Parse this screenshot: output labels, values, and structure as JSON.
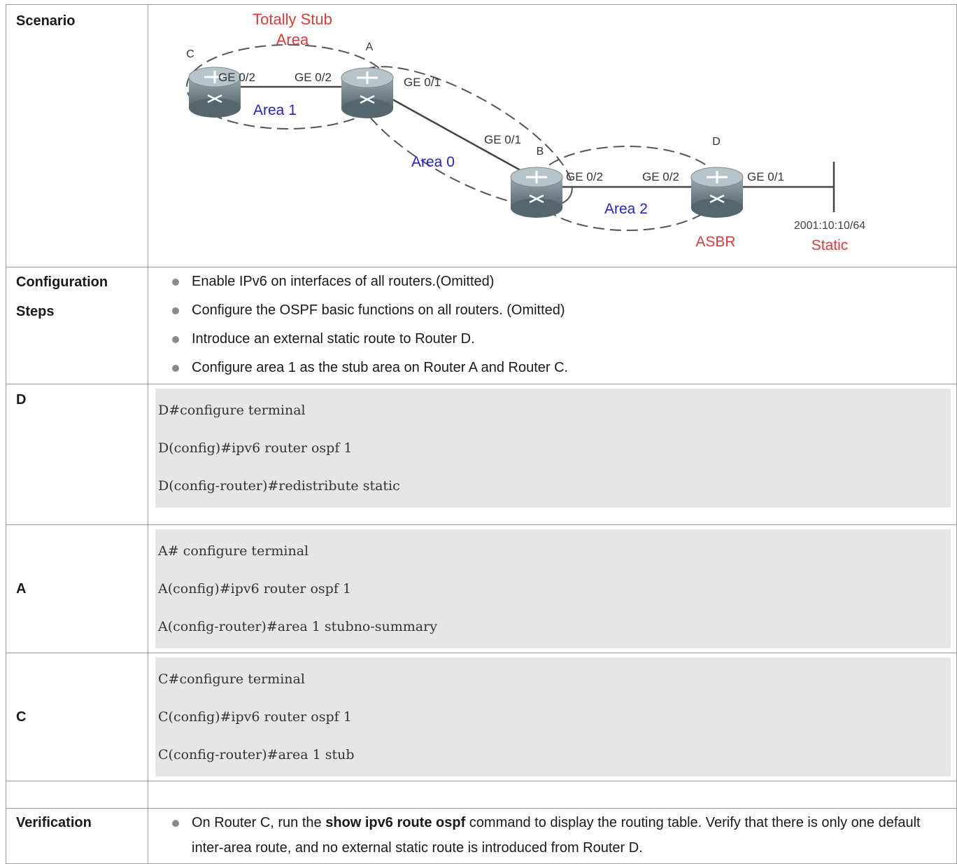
{
  "rows": {
    "scenario": {
      "label": "Scenario"
    },
    "steps": {
      "label_line1": "Configuration",
      "label_line2": "Steps",
      "items": [
        "Enable IPv6 on interfaces of all routers.(Omitted)",
        "Configure the OSPF basic functions on all routers. (Omitted)",
        "Introduce an external static route to Router D.",
        "Configure area 1 as the stub area on Router A and Router C."
      ]
    },
    "d": {
      "label": "D",
      "lines": [
        "D#configure terminal",
        "D(config)#ipv6 router ospf 1",
        "D(config-router)#redistribute static"
      ]
    },
    "a": {
      "label": "A",
      "lines": [
        "A# configure terminal",
        "A(config)#ipv6 router ospf 1",
        "A(config-router)#area 1 stubno-summary"
      ]
    },
    "c": {
      "label": "C",
      "lines": [
        "C#configure terminal",
        "C(config)#ipv6 router ospf 1",
        "C(config-router)#area 1 stub"
      ]
    },
    "verification": {
      "label": "Verification",
      "pre": "On Router C, run the ",
      "bold": "show ipv6 route ospf",
      "post": " command to display the routing table. Verify that there is only one default inter-area route, and no external static route is introduced from Router D."
    }
  },
  "diagram": {
    "area_title_line1": "Totally Stub",
    "area_title_line2": "Area",
    "router_c": "C",
    "router_a": "A",
    "router_b": "B",
    "router_d": "D",
    "ge_c": "GE 0/2",
    "ge_a2": "GE 0/2",
    "ge_a1": "GE 0/1",
    "ge_b1": "GE 0/1",
    "ge_b2": "GE 0/2",
    "ge_d2": "GE 0/2",
    "ge_d1": "GE 0/1",
    "area1": "Area 1",
    "area0": "Area 0",
    "area2": "Area 2",
    "asbr": "ASBR",
    "prefix": "2001:10:10/64",
    "static": "Static",
    "colors": {
      "red": "#e03a3a",
      "blue": "#2222cc",
      "router_body": "#6f7f86"
    }
  }
}
